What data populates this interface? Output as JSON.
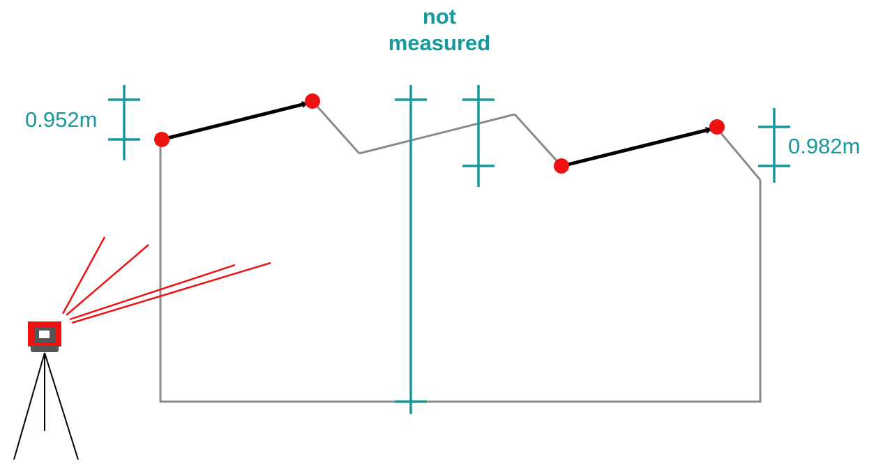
{
  "diagram": {
    "annotation": {
      "line1": "not",
      "line2": "measured"
    },
    "dimensions": {
      "left": "0.952m",
      "right": "0.982m"
    },
    "colors": {
      "teal": "#16999A",
      "outline": "#8a8a8a",
      "arrow": "#000000",
      "point": "#ee1111",
      "laser": "#ee1111",
      "instrument": "#555555",
      "tripod": "#000000"
    },
    "icons": {
      "instrument": "total-station-icon",
      "tripod": "tripod-icon"
    }
  }
}
